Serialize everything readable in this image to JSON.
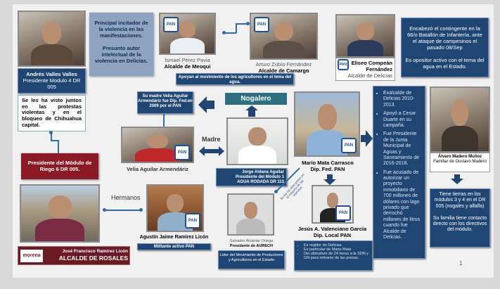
{
  "andres": {
    "name": "Andrés Valles Valles",
    "role": "Presidente  Modulo 4 DR 005",
    "note": "Se les ha visto juntos en las protestas violentas y en el bloqueo de Chihuahua capital."
  },
  "incitador": {
    "line1": "Principal incitador de la violencia en las manifestaciones.",
    "line2": "Presunto autor intelectual de la violencia en Delicias."
  },
  "ismael": {
    "name": "Ismael Pérez Pavia",
    "role": "Alcalde de Meoqui"
  },
  "arturo": {
    "name": "Arturo Zubía Fernández",
    "role": "Alcalde de Camargo"
  },
  "apoyan": "Apoyan al movimiento de los agricultores en el tema del agua.",
  "eliseo": {
    "name1": "Eliseo Compeán",
    "name2": "Fernández",
    "role": "Alcalde de Delicias"
  },
  "encabezo": {
    "line1": "Encabezó el contingente en la 66/o Batallón de Infantería, ante el ataque de campesinos el pasado 08/Sep",
    "line2": "Es opositor activo con el tema del agua en el Estado."
  },
  "su_madre": "Su madre Velia Aguilar Armendáriz fue Dip. Fed.en 2009 por el PAN",
  "nogalero": "Nogalero",
  "velia": {
    "name": "Velia Aguilar Armendáriz"
  },
  "madre_label": "Madre",
  "jorge": {
    "name": "Jorge Aldana Aguilar",
    "role": "Presidente del Módulo 1 AGUA RODADA DR 113"
  },
  "diagonal_note": "Se les ha visto juntos en la mayoría de las marchas",
  "mario": {
    "name": "Mario Mata Carrasco",
    "role": "Dip. Fed.  PAN",
    "bullets": [
      "Exalcalde de Delicias 2010-2013.",
      "Apoyó a Cesar Duarte en su campaña.",
      "Fue Presidente de la Junta Municipal de Aguas y Saneamiento de 2016-2018.",
      "Fue acusado de autorizar un proyecto inmobiliario de 700 millones de dólares con lago privado que derrochó millones de litros cuando fue Alcalde de Delicias."
    ]
  },
  "jesus": {
    "name": "Jesús A. Valenciano García",
    "role": "Dip. Local PAN",
    "bullets": [
      "Ex regidor de Delicias.",
      "Ex particular de Mario Mata",
      "Dio ultimátum de 24 horas a la SDN y GN para retirarse de las presas."
    ]
  },
  "alvaro": {
    "name": "Álvaro Madero Muñoz",
    "role": "Familiar de Gustavo Madero",
    "note1": "Tiene tierras en los módulos 3 y 4 en el DR 005 (nogales y alfalfa)",
    "note2": "Su familia tiene contacto directo con los directivos del módulo."
  },
  "presidente_modulo": "Presidente del Módulo de Riego 6 DR 005.",
  "jose": {
    "name": "José Francisco Ramírez Licón",
    "role": "ALCALDE DE ROSALES",
    "party": "morena"
  },
  "hermanos_label": "Hermanos",
  "agustin": {
    "name": "Agustín Jaime Ramírez Licón",
    "role": "Militante activo PAN"
  },
  "salvador": {
    "name": "Salvador Alcántar Ortega",
    "role": "Presidente de AURECH",
    "note": "Líder del Movimiento de Productores y Agricultores en el Estado"
  },
  "pan_label": "PAN",
  "page_number": "1"
}
